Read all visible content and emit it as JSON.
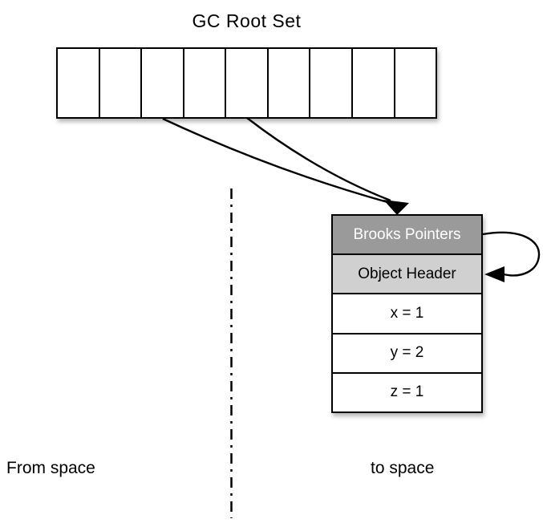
{
  "title": "GC Root Set",
  "root_set": {
    "cell_count": 9
  },
  "heap_object": {
    "rows": [
      {
        "label": "Brooks Pointers",
        "style": "dark"
      },
      {
        "label": "Object Header",
        "style": "light"
      },
      {
        "label": "x = 1",
        "style": "plain"
      },
      {
        "label": "y = 2",
        "style": "plain"
      },
      {
        "label": "z = 1",
        "style": "plain"
      }
    ]
  },
  "regions": {
    "from_space": "From space",
    "to_space": "to space"
  },
  "arrows": {
    "root_pointer_1": "root-cell-3-to-object-arrow",
    "root_pointer_2": "root-cell-5-to-object-arrow",
    "self_loop": "brooks-pointer-to-object-header-arrow",
    "divider": "from-space-to-space-divider"
  },
  "colors": {
    "row_dark_bg": "#9a9a9a",
    "row_dark_text": "#ffffff",
    "row_light_bg": "#d0d0d0",
    "row_plain_bg": "#ffffff",
    "row_text": "#000000",
    "stroke": "#000000"
  }
}
